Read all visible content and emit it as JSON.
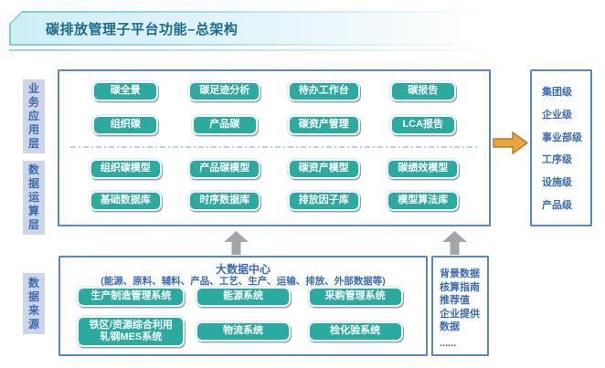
{
  "banner": {
    "title": "碳排放管理子平台功能–总架构"
  },
  "side_labels": {
    "business": "业务应用层",
    "compute": "数据运算层",
    "source": "数据来源"
  },
  "platform_box": {
    "business_rows": [
      [
        "碳全景",
        "碳足迹分析",
        "待办工作台",
        "碳报告"
      ],
      [
        "组织碳",
        "产品碳",
        "碳资产管理",
        "LCA报告"
      ]
    ],
    "compute_rows": [
      [
        "组织碳模型",
        "产品碳模型",
        "碳资产模型",
        "碳绩效模型"
      ],
      [
        "基础数据库",
        "时序数据库",
        "排放因子库",
        "模型算法库"
      ]
    ]
  },
  "levels_box": {
    "items": [
      "集团级",
      "企业级",
      "事业部级",
      "工序级",
      "设施级",
      "产品级"
    ]
  },
  "data_center_box": {
    "title": "大数据中心",
    "subtitle": "(能源、原料、辅料、产品、工艺、生产、运输、排放、外部数据等)",
    "rows": [
      [
        "生产制造管理系统",
        "能源系统",
        "采购管理系统"
      ],
      [
        "铁区/资源综合利用\n轧钢MES系统",
        "物流系统",
        "检化验系统"
      ]
    ]
  },
  "background_data_box": {
    "lines": [
      "背景数据",
      "核算指南",
      "推荐值",
      "企业提供",
      "数据",
      "......"
    ]
  },
  "colors": {
    "node_teal": "#2bab9f",
    "box_border_blue": "#5c86c5",
    "text_blue": "#3a6cb5",
    "title_teal": "#1a6b8d",
    "label_bg": "#ccd6e6",
    "arrow_orange": "#e9a63f",
    "arrow_gray": "#a3a6a9"
  }
}
